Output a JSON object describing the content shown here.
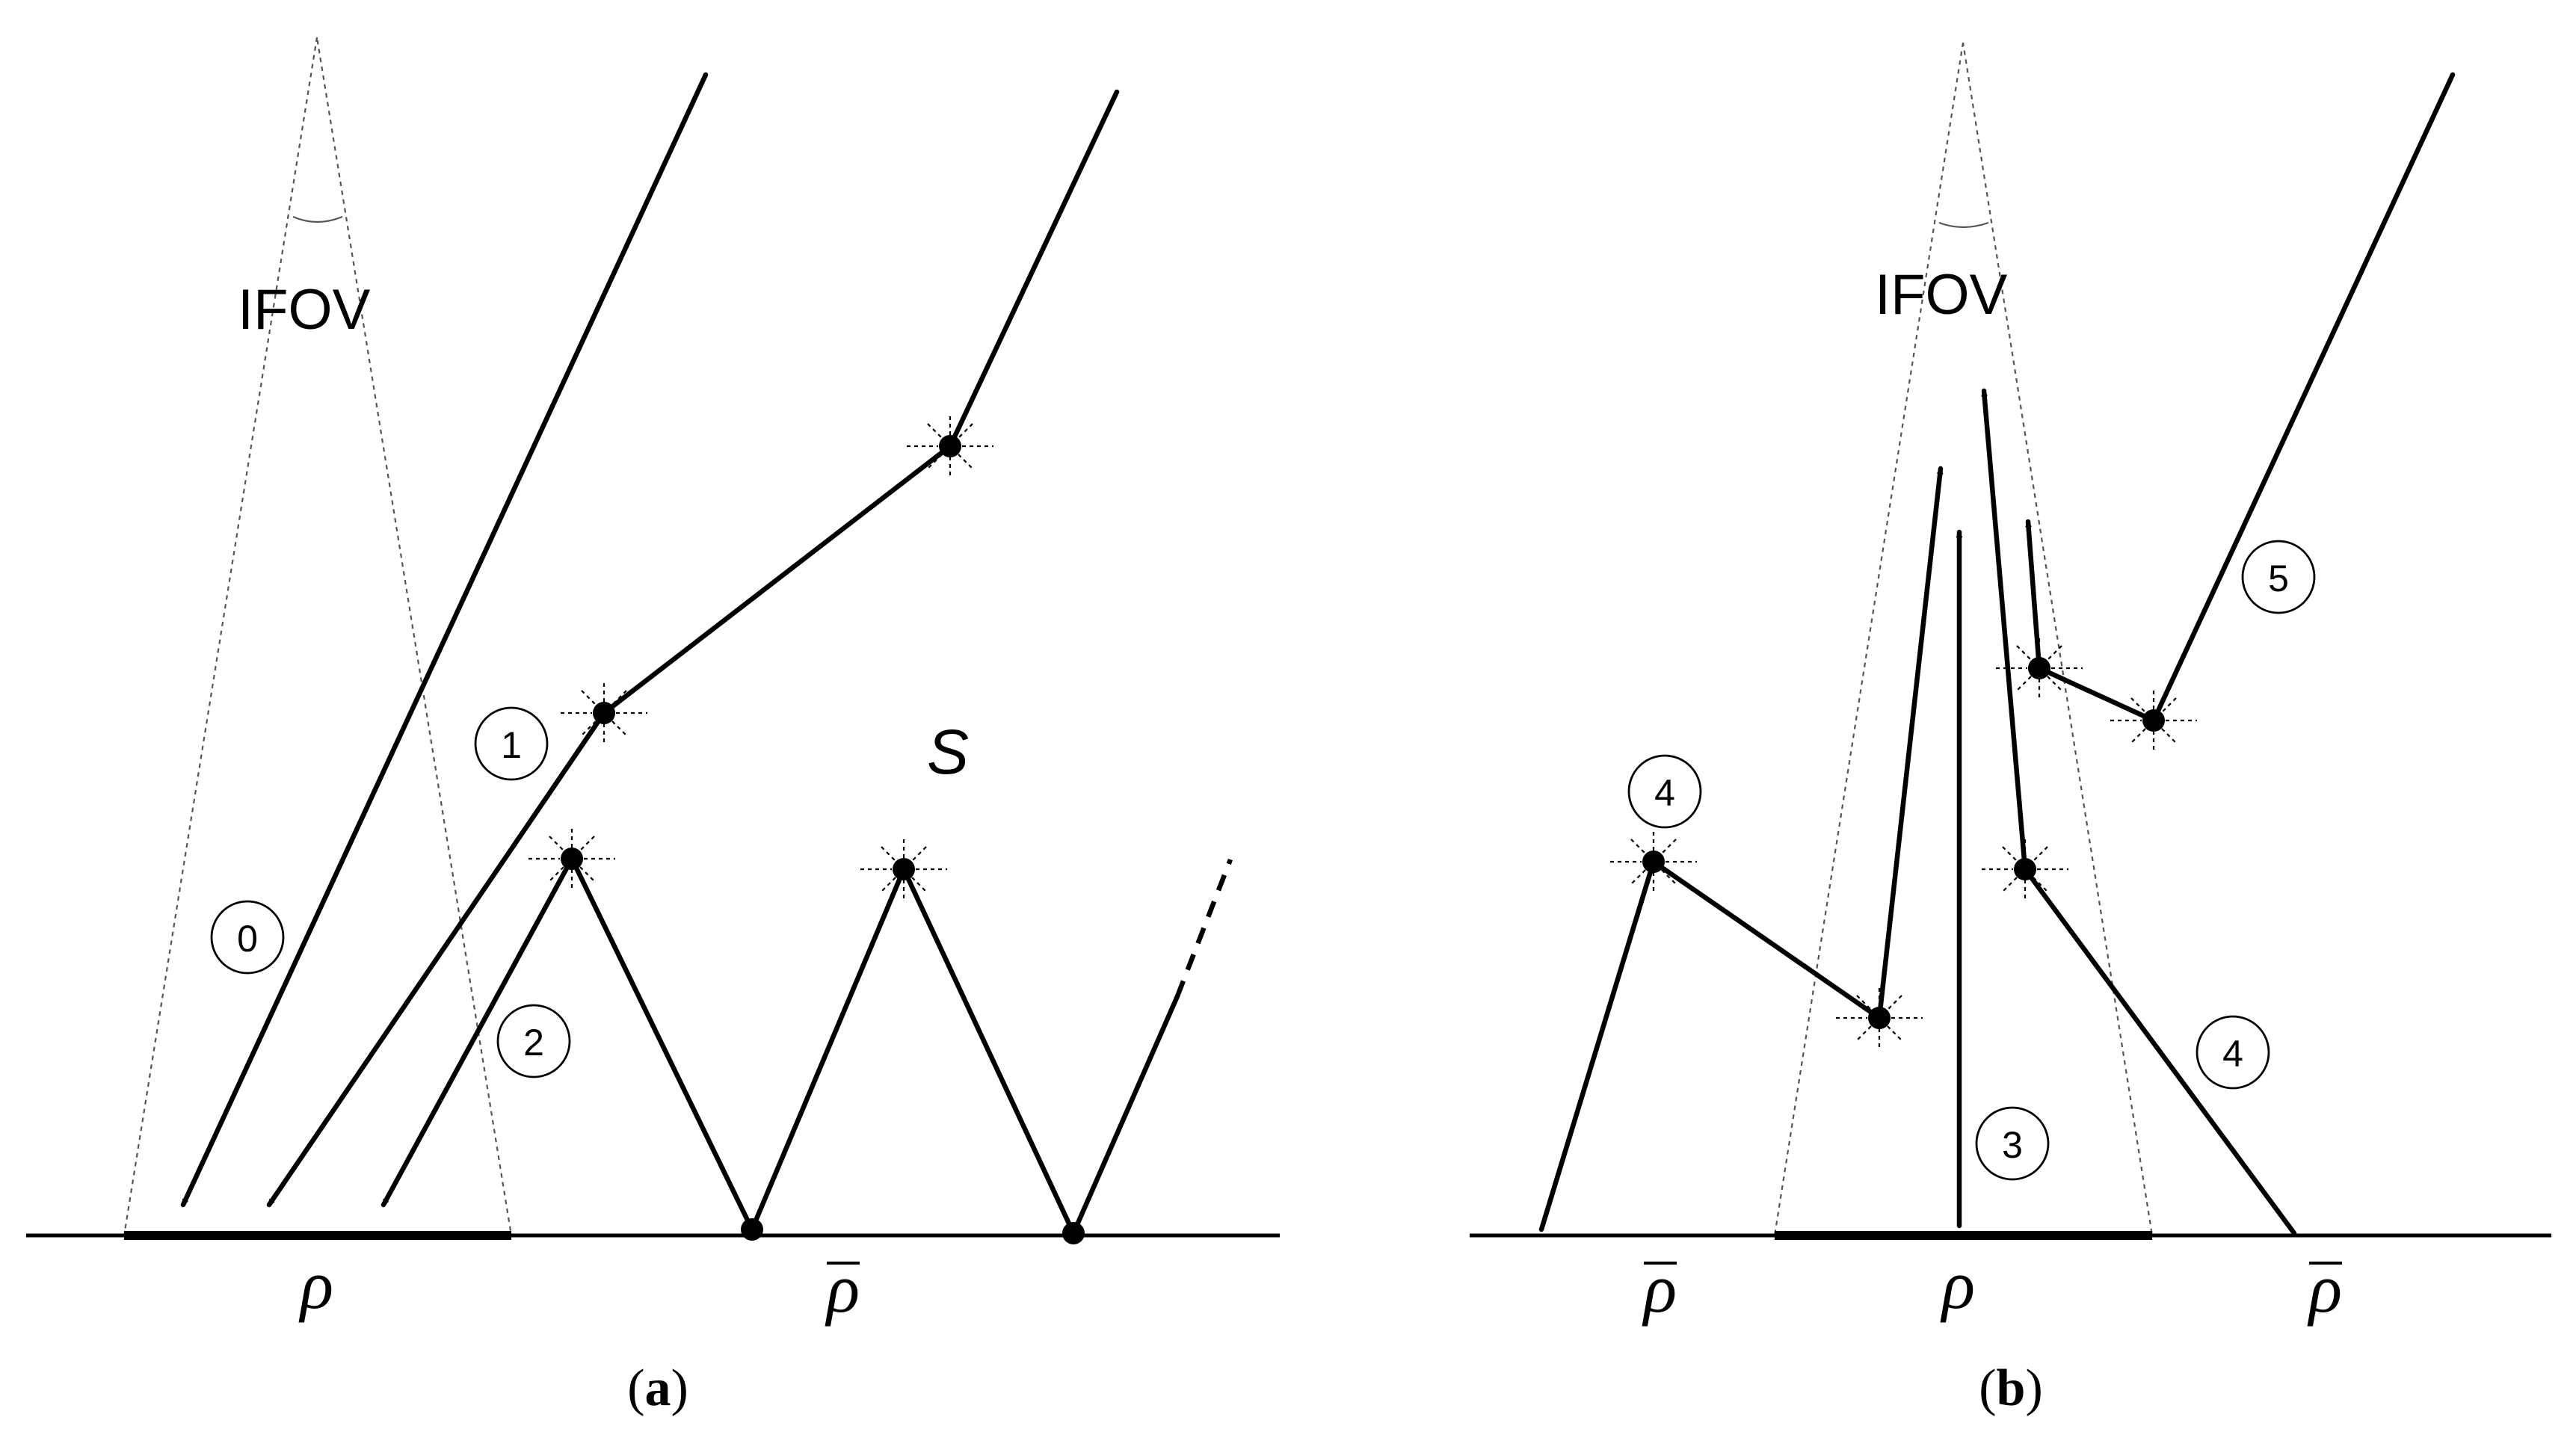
{
  "panel_a": {
    "ifov_label": "IFOV",
    "path_labels": [
      "0",
      "1",
      "2"
    ],
    "scene_label": "S",
    "rho_label": "ρ",
    "rho_bar_label": "ρ",
    "caption": {
      "open": "(",
      "letter": "a",
      "close": ")"
    }
  },
  "panel_b": {
    "ifov_label": "IFOV",
    "path_labels": [
      "3",
      "4",
      "4",
      "5"
    ],
    "rho_label": "ρ",
    "rho_bar_left_label": "ρ",
    "rho_bar_right_label": "ρ",
    "caption": {
      "open": "(",
      "letter": "b",
      "close": ")"
    }
  }
}
